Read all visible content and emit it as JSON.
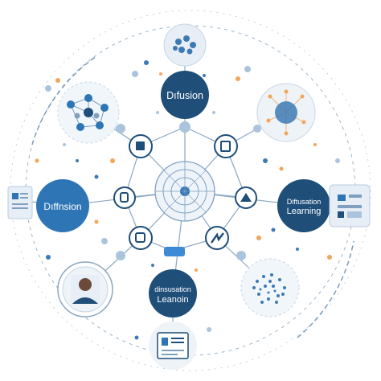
{
  "nodes": {
    "top": {
      "label": "Dıfusion",
      "icon": "network-cluster-icon"
    },
    "left": {
      "label": "Dıffnsion",
      "icon": "document-icon"
    },
    "right": {
      "label_line1": "Diftusation",
      "label_line2": "Learning",
      "icon": "chart-window-icon"
    },
    "bottom": {
      "label_line1": "dinsusation",
      "label_line2": "Leanoin",
      "icon": "data-document-icon"
    },
    "person": {
      "icon": "user-avatar-icon"
    }
  },
  "colors": {
    "navy": "#1f4e79",
    "blue": "#2e75b6",
    "light_blue": "#a9c4dc",
    "orange": "#f2a65a",
    "line": "#8aa7c2"
  }
}
